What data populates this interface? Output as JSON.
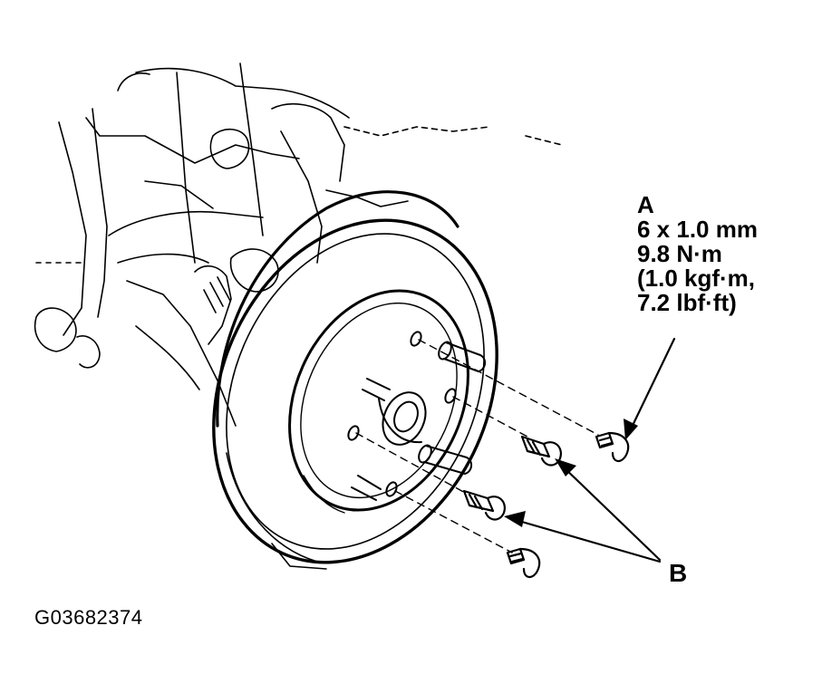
{
  "callout_a": {
    "letter": "A",
    "size": "6 x 1.0 mm",
    "torque_nm": "9.8 N·m",
    "torque_kgf": "(1.0 kgf·m,",
    "torque_lbf": "7.2 lbf·ft)"
  },
  "callout_b": {
    "letter": "B"
  },
  "figure_id": "G03682374"
}
